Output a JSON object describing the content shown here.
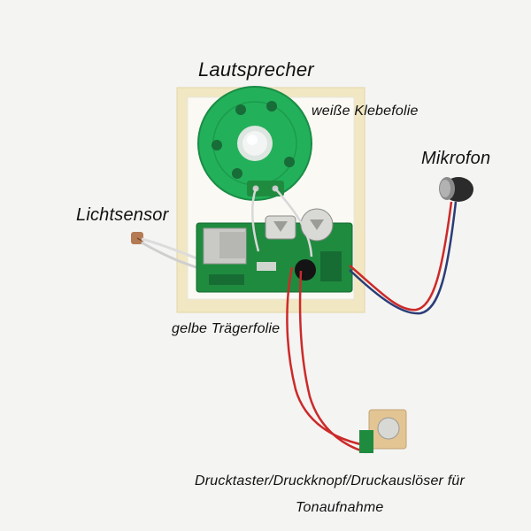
{
  "labels": {
    "speaker": "Lautsprecher",
    "white_foil": "weiße Klebefolie",
    "microphone": "Mikrofon",
    "light_sensor": "Lichtsensor",
    "yellow_foil": "gelbe Trägerfolie",
    "push_button": "Drucktaster/Druckknopf/Druckauslöser für",
    "push_button_purpose": "Tonaufnahme"
  },
  "colors": {
    "background": "#f4f4f2",
    "yellow_foil": "#f1e7c2",
    "white_foil": "#faf9f4",
    "speaker_green": "#23b05a",
    "pcb_green": "#1f8b3f",
    "wire_red": "#cc2a2a",
    "wire_blue": "#2a3d78"
  }
}
